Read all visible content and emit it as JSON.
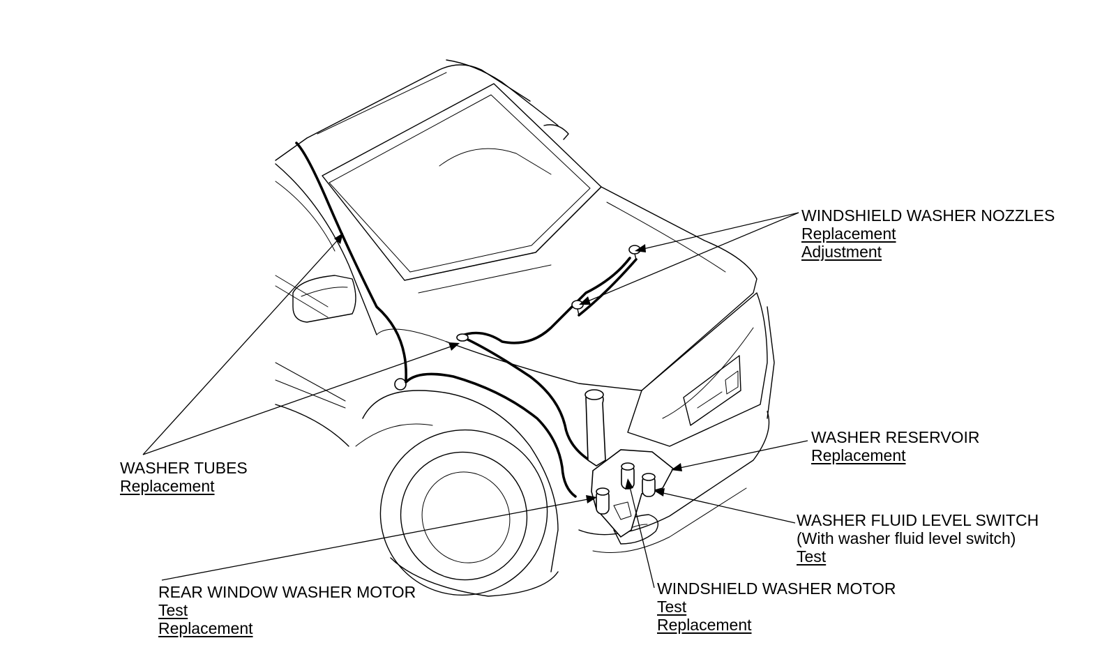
{
  "diagram": {
    "callouts": {
      "nozzles": {
        "title": "WINDSHIELD WASHER NOZZLES",
        "links": [
          "Replacement",
          "Adjustment"
        ]
      },
      "reservoir": {
        "title": "WASHER RESERVOIR",
        "links": [
          "Replacement"
        ]
      },
      "level_switch": {
        "title": "WASHER FLUID LEVEL SWITCH",
        "note": "(With washer fluid level switch)",
        "links": [
          "Test"
        ]
      },
      "tubes": {
        "title": "WASHER TUBES",
        "links": [
          "Replacement"
        ]
      },
      "rear_motor": {
        "title": "REAR WINDOW WASHER MOTOR",
        "links": [
          "Test",
          "Replacement"
        ]
      },
      "windshield_motor": {
        "title": "WINDSHIELD WASHER MOTOR",
        "links": [
          "Test",
          "Replacement"
        ]
      }
    }
  }
}
